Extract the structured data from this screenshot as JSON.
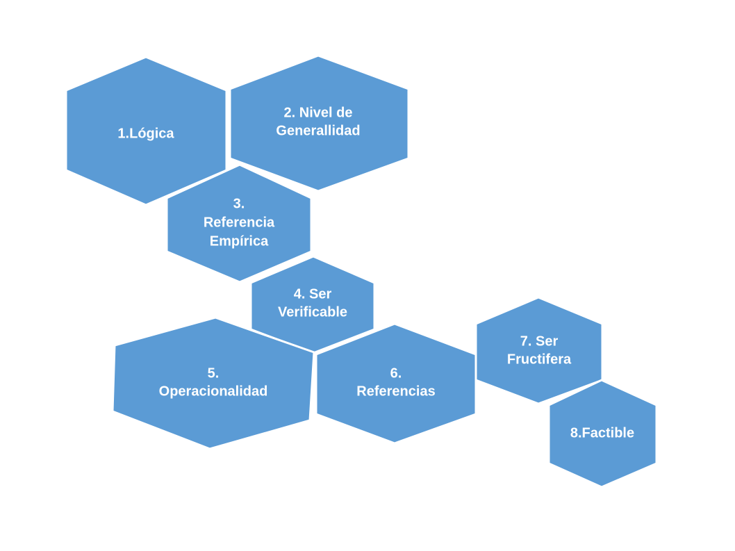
{
  "colors": {
    "hexagon_fill": "#5b9bd5",
    "text": "#ffffff"
  },
  "hexagons": [
    {
      "id": "logica",
      "lines": [
        "1.Lógica"
      ]
    },
    {
      "id": "nivel-de-generalidad",
      "lines": [
        "2. Nivel de",
        "Generallidad"
      ]
    },
    {
      "id": "referencia-empirica",
      "lines": [
        "3.",
        "Referencia",
        "Empírica"
      ]
    },
    {
      "id": "ser-verificable",
      "lines": [
        "4. Ser",
        "Verificable"
      ]
    },
    {
      "id": "operacionalidad",
      "lines": [
        "5.",
        "Operacionalidad"
      ]
    },
    {
      "id": "referencias",
      "lines": [
        "6.",
        "Referencias"
      ]
    },
    {
      "id": "ser-fructifera",
      "lines": [
        "7. Ser",
        "Fructifera"
      ]
    },
    {
      "id": "factible",
      "lines": [
        "8.Factible"
      ]
    }
  ]
}
